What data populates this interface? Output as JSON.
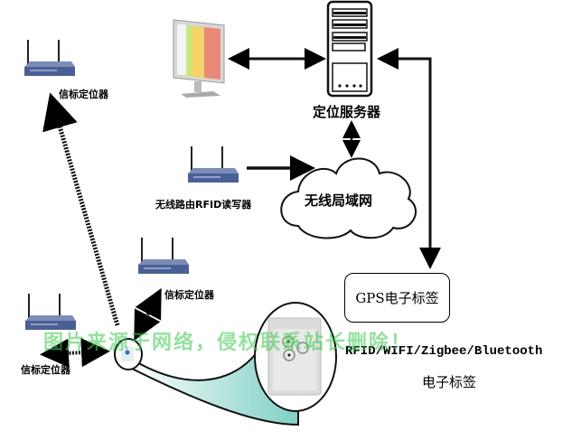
{
  "diagram": {
    "title": "",
    "nodes": {
      "beacon_top_left": {
        "label": "信标定位器",
        "type": "router"
      },
      "beacon_middle": {
        "label": "信标定位器",
        "type": "router"
      },
      "beacon_bottom_left": {
        "label": "信标定位器",
        "type": "router"
      },
      "rfid_reader": {
        "label": "无线路由RFID读写器",
        "type": "router"
      },
      "monitor": {
        "label": "",
        "type": "monitor"
      },
      "server": {
        "label": "定位服务器",
        "type": "server"
      },
      "cloud": {
        "label": "无线局域网",
        "type": "cloud"
      },
      "gps_tag": {
        "label": "GPS电子标签",
        "type": "box"
      },
      "rfid_tag": {
        "label_line1": "RFID/WIFI/Zigbee/Bluetooth",
        "label_line2": "电子标签",
        "type": "tag"
      }
    },
    "edges": [
      {
        "from": "server",
        "to": "monitor",
        "style": "solid-arrow"
      },
      {
        "from": "monitor",
        "to": "server",
        "style": "solid-arrow"
      },
      {
        "from": "rfid_reader",
        "to": "cloud",
        "style": "solid-arrow"
      },
      {
        "from": "cloud",
        "to": "server",
        "style": "solid-double-arrow"
      },
      {
        "from": "gps_tag",
        "to": "server",
        "style": "solid-elbow-double-arrow"
      },
      {
        "from": "tag_device",
        "to": "beacon_top_left",
        "style": "dotted-double-arrow"
      },
      {
        "from": "tag_device",
        "to": "beacon_middle",
        "style": "dotted-double-arrow"
      },
      {
        "from": "tag_device",
        "to": "beacon_bottom_left",
        "style": "dotted-double-arrow"
      }
    ],
    "colors": {
      "router_body": "#4a5f95",
      "zoom_fill": "#7fd0c4",
      "watermark": "#3cc850"
    }
  },
  "watermark": "图片来源于网络，侵权联系站长删除！"
}
